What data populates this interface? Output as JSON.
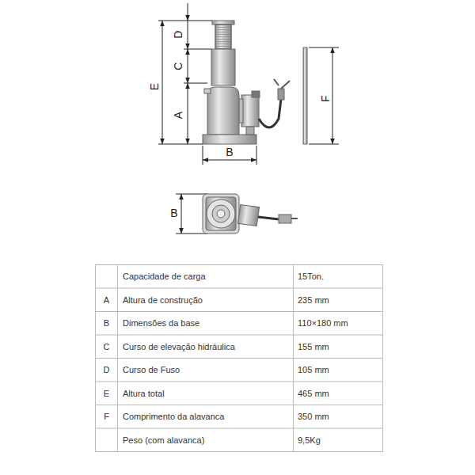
{
  "diagram": {
    "labels": [
      "D",
      "C",
      "E",
      "A",
      "F",
      "B",
      "B",
      "Capacidade de carga",
      "15Ton.",
      "A",
      "Altura de construção",
      "235 mm",
      "B",
      "Dimensões da base",
      "110×180 mm",
      "C",
      "Curso de elevação hidráulica",
      "155 mm",
      "D",
      "Curso de Fuso",
      "105 mm",
      "E",
      "Altura total",
      "465 mm",
      "F",
      "Comprimento da alavanca",
      "350 mm",
      "Peso (com alavanca)",
      "9,5Kg"
    ]
  }
}
